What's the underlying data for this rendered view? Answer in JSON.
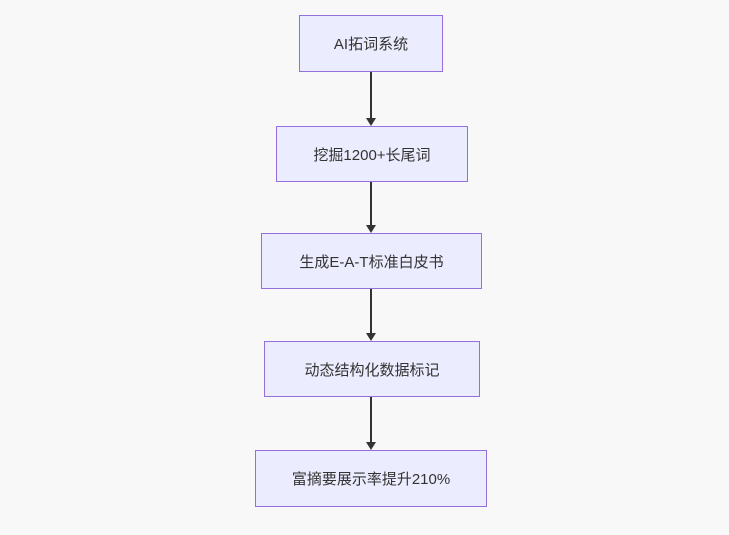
{
  "diagram": {
    "type": "flowchart",
    "direction": "top-down",
    "nodes": [
      {
        "id": "step-1",
        "label": "AI拓词系统"
      },
      {
        "id": "step-2",
        "label": "挖掘1200+长尾词"
      },
      {
        "id": "step-3",
        "label": "生成E-A-T标准白皮书"
      },
      {
        "id": "step-4",
        "label": "动态结构化数据标记"
      },
      {
        "id": "step-5",
        "label": "富摘要展示率提升210%"
      }
    ],
    "edges": [
      {
        "from": "step-1",
        "to": "step-2"
      },
      {
        "from": "step-2",
        "to": "step-3"
      },
      {
        "from": "step-3",
        "to": "step-4"
      },
      {
        "from": "step-4",
        "to": "step-5"
      }
    ],
    "colors": {
      "node_fill": "#ECECFF",
      "node_border": "#9370DB",
      "node_text": "#333333",
      "arrow": "#333333",
      "background": "#f8f8f8"
    }
  }
}
